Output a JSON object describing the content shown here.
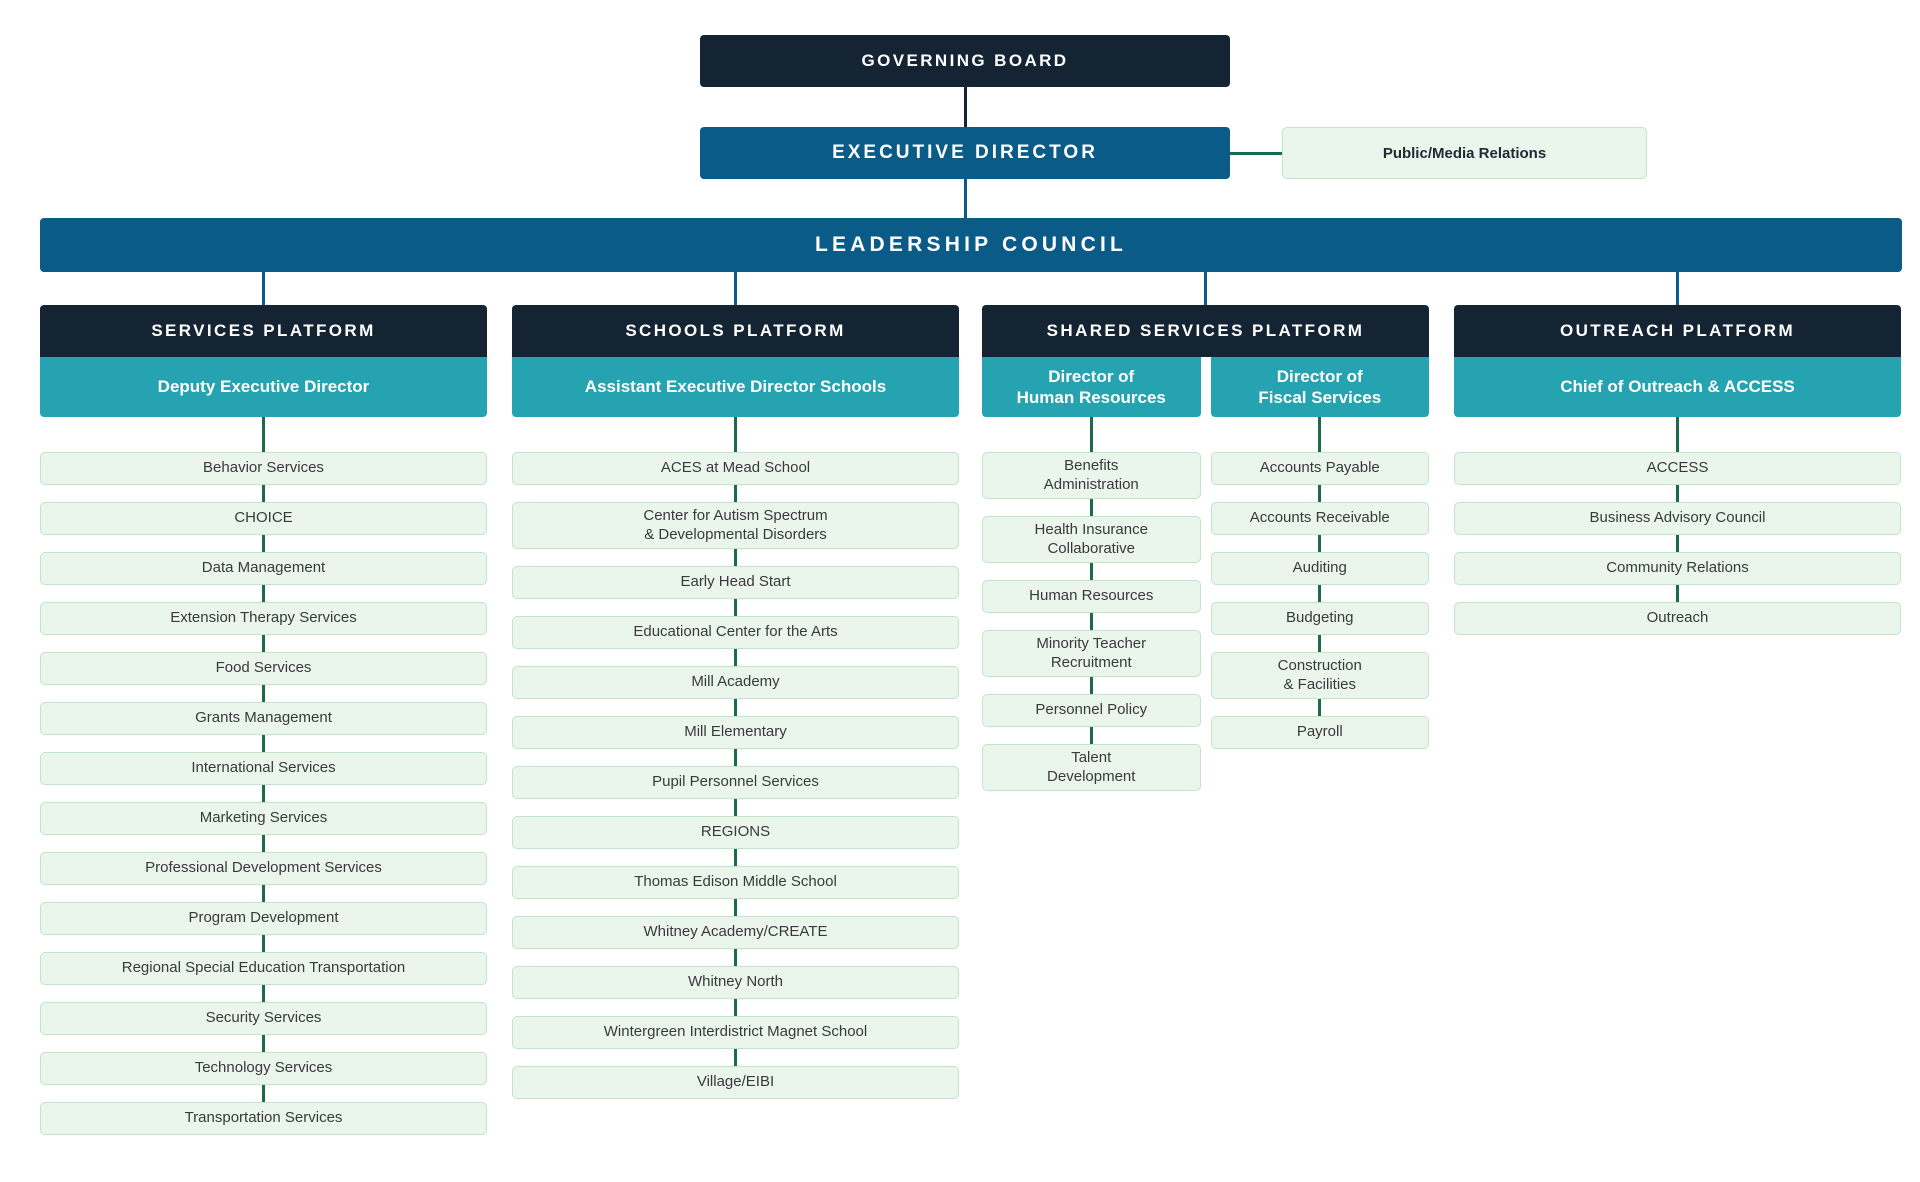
{
  "top": {
    "governing_board": "GOVERNING BOARD",
    "executive_director": "EXECUTIVE DIRECTOR",
    "public_media_relations": "Public/Media Relations",
    "leadership_council": "LEADERSHIP COUNCIL"
  },
  "colors": {
    "dark": "#142433",
    "blue": "#0b5b89",
    "teal": "#26a3b0",
    "leaf_fill": "#eaf5ec",
    "leaf_border": "#c3e3cd",
    "connector_green": "#1b6b4a"
  },
  "platforms": [
    {
      "title": "SERVICES PLATFORM",
      "roles": [
        {
          "title": "Deputy Executive Director",
          "items": [
            "Behavior Services",
            "CHOICE",
            "Data Management",
            "Extension Therapy Services",
            "Food Services",
            "Grants Management",
            "International Services",
            "Marketing Services",
            "Professional Development Services",
            "Program Development",
            "Regional Special Education Transportation",
            "Security Services",
            "Technology Services",
            "Transportation Services"
          ]
        }
      ]
    },
    {
      "title": "SCHOOLS PLATFORM",
      "roles": [
        {
          "title": "Assistant Executive Director Schools",
          "items": [
            "ACES at Mead School",
            "Center for Autism Spectrum\n& Developmental Disorders",
            "Early Head Start",
            "Educational Center for the Arts",
            "Mill Academy",
            "Mill Elementary",
            "Pupil Personnel Services",
            "REGIONS",
            "Thomas Edison Middle School",
            "Whitney Academy/CREATE",
            "Whitney North",
            "Wintergreen Interdistrict Magnet School",
            "Village/EIBI"
          ]
        }
      ]
    },
    {
      "title": "SHARED SERVICES PLATFORM",
      "roles": [
        {
          "title": "Director of\nHuman Resources",
          "items": [
            "Benefits\nAdministration",
            "Health Insurance\nCollaborative",
            "Human Resources",
            "Minority Teacher\nRecruitment",
            "Personnel Policy",
            "Talent\nDevelopment"
          ]
        },
        {
          "title": "Director of\nFiscal Services",
          "items": [
            "Accounts Payable",
            "Accounts Receivable",
            "Auditing",
            "Budgeting",
            "Construction\n& Facilities",
            "Payroll"
          ]
        }
      ]
    },
    {
      "title": "OUTREACH PLATFORM",
      "roles": [
        {
          "title": "Chief of Outreach & ACCESS",
          "items": [
            "ACCESS",
            "Business Advisory Council",
            "Community Relations",
            "Outreach"
          ]
        }
      ]
    }
  ]
}
